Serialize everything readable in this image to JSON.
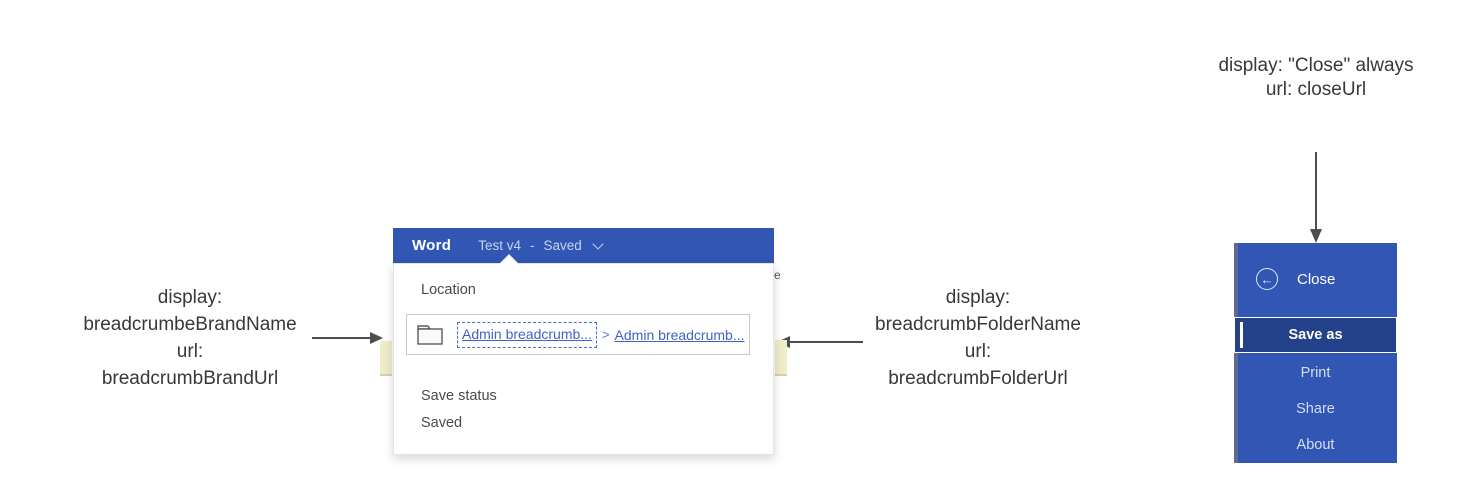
{
  "annotations": {
    "brand": {
      "lines": [
        "display:",
        "breadcrumbeBrandName",
        "url:",
        "breadcrumbBrandUrl"
      ]
    },
    "folder": {
      "lines": [
        "display:",
        "breadcrumbFolderName",
        "url:",
        "breadcrumbFolderUrl"
      ]
    },
    "close": {
      "lines": [
        "display: \"Close\" always",
        "url: closeUrl"
      ]
    }
  },
  "popup": {
    "app_name": "Word",
    "doc_title": "Test v4",
    "title_separator": "-",
    "save_state": "Saved",
    "location_label": "Location",
    "breadcrumbs": {
      "brand": "Admin breadcrumb...",
      "separator": ">",
      "folder": "Admin breadcrumb..."
    },
    "save_status_label": "Save status",
    "save_status_value": "Saved",
    "clipped_text": "e"
  },
  "menu": {
    "close": {
      "label": "Close",
      "icon_glyph": "←"
    },
    "items": [
      {
        "label": "Save as",
        "active": true
      },
      {
        "label": "Print"
      },
      {
        "label": "Share"
      },
      {
        "label": "About"
      }
    ]
  },
  "colors": {
    "brand_blue": "#3156b4",
    "active_item_blue": "#24428a",
    "link_blue": "#3f63c1",
    "page_bar_yellow": "#eeecca",
    "arrow_gray": "#4d4d4d"
  }
}
